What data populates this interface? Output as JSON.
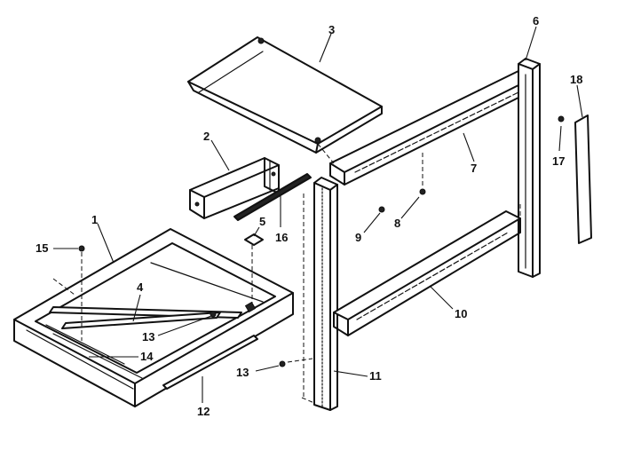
{
  "callouts": [
    {
      "id": "1",
      "label": "1"
    },
    {
      "id": "2",
      "label": "2"
    },
    {
      "id": "3",
      "label": "3"
    },
    {
      "id": "4",
      "label": "4"
    },
    {
      "id": "5",
      "label": "5"
    },
    {
      "id": "6",
      "label": "6"
    },
    {
      "id": "7",
      "label": "7"
    },
    {
      "id": "8",
      "label": "8"
    },
    {
      "id": "9",
      "label": "9"
    },
    {
      "id": "10",
      "label": "10"
    },
    {
      "id": "11",
      "label": "11"
    },
    {
      "id": "12",
      "label": "12"
    },
    {
      "id": "13a",
      "label": "13"
    },
    {
      "id": "13b",
      "label": "13"
    },
    {
      "id": "14",
      "label": "14"
    },
    {
      "id": "15",
      "label": "15"
    },
    {
      "id": "16",
      "label": "16"
    },
    {
      "id": "17",
      "label": "17"
    },
    {
      "id": "18",
      "label": "18"
    }
  ]
}
